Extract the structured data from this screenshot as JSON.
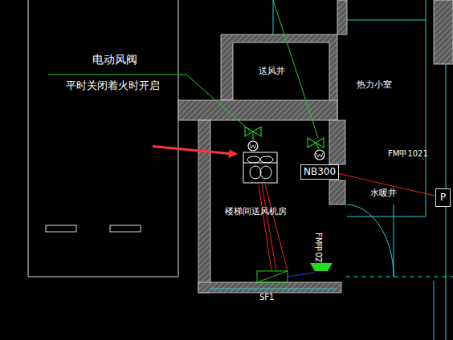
{
  "diagram": {
    "nodes": [
      {
        "text": [
          "NB300"
        ]
      },
      {
        "text": [
          "P"
        ]
      }
    ],
    "labels": [
      "电动风阀",
      "平时关闭着火时开启",
      "送风井",
      "热力小室",
      "FM甲1021",
      "水暖井",
      "楼梯间送风机房",
      "FM甲02",
      "SF1"
    ]
  }
}
